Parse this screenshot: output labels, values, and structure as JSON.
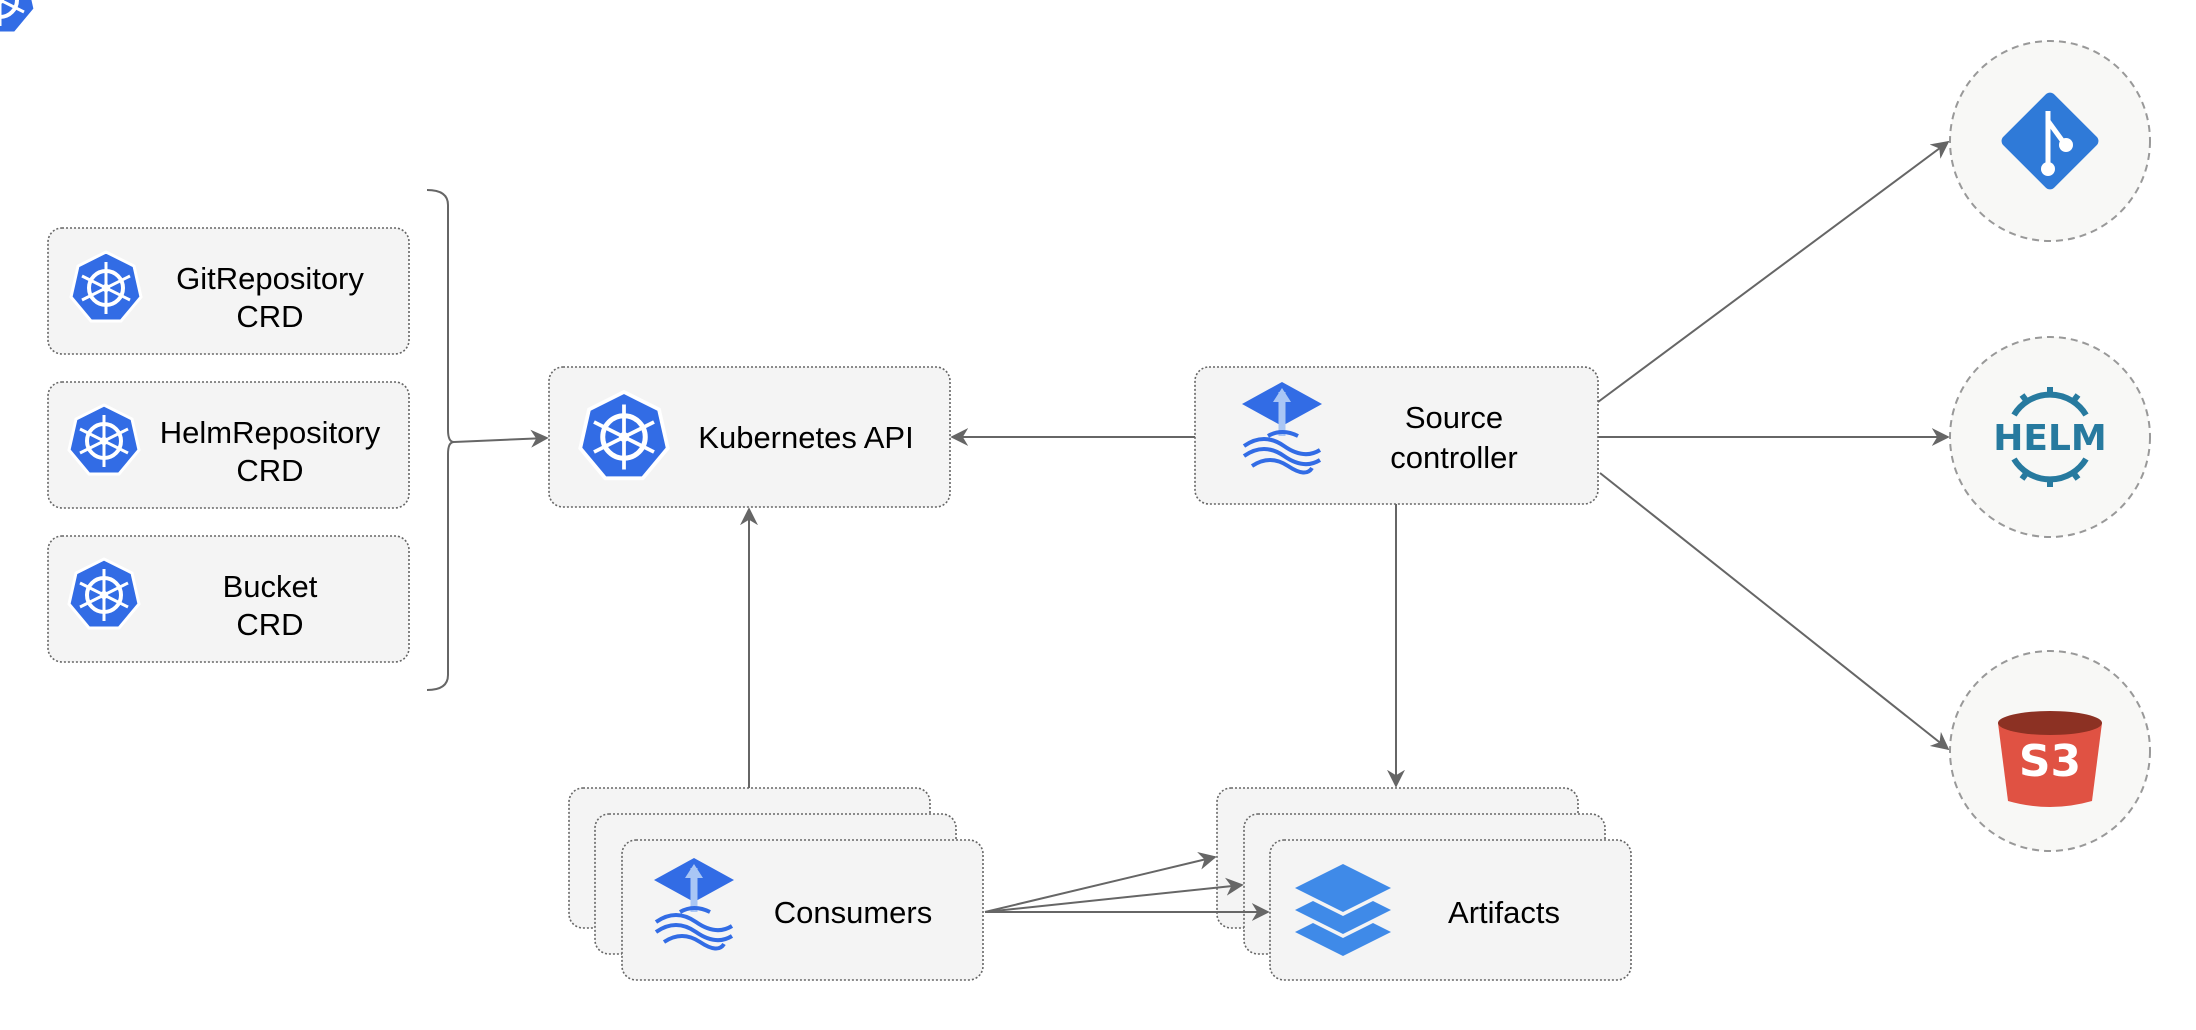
{
  "nodes": {
    "git_crd": {
      "line1": "GitRepository",
      "line2": "CRD",
      "icon": "kubernetes-icon"
    },
    "helm_crd": {
      "line1": "HelmRepository",
      "line2": "CRD",
      "icon": "kubernetes-icon"
    },
    "bucket_crd": {
      "line1": "Bucket",
      "line2": "CRD",
      "icon": "kubernetes-icon"
    },
    "k8s_api": {
      "label": "Kubernetes API",
      "icon": "kubernetes-icon"
    },
    "source_controller": {
      "line1": "Source",
      "line2": "controller",
      "icon": "flux-icon"
    },
    "consumers": {
      "label": "Consumers",
      "icon": "flux-icon"
    },
    "artifacts": {
      "label": "Artifacts",
      "icon": "layers-icon"
    },
    "git": {
      "icon": "git-icon"
    },
    "helm": {
      "label": "HELM",
      "icon": "helm-icon"
    },
    "s3": {
      "label": "S3",
      "icon": "s3-bucket-icon"
    }
  },
  "colors": {
    "kubernetes": "#326ce5",
    "flux": "#326ce5",
    "git": "#2f7ad8",
    "helm": "#277a9f",
    "s3": "#e05243",
    "s3_top": "#8c3123"
  }
}
